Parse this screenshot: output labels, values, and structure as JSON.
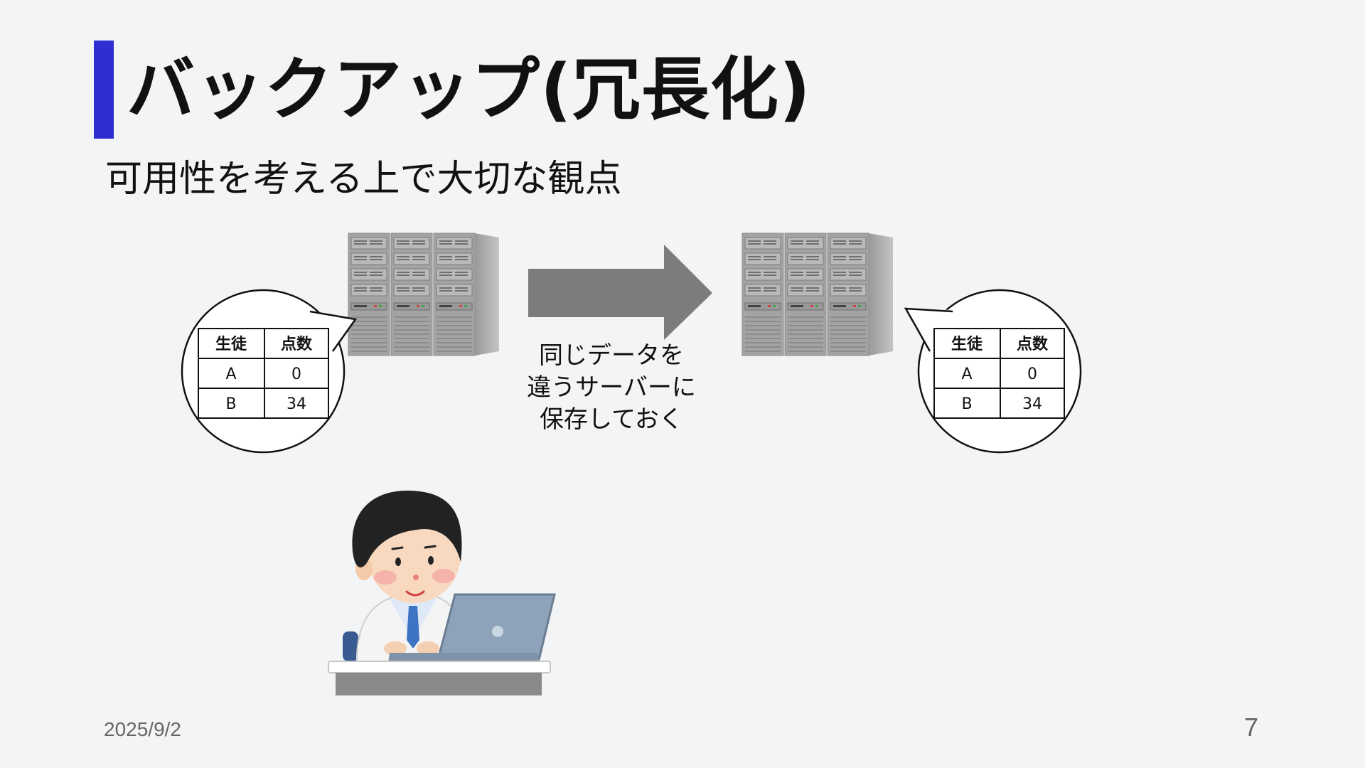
{
  "slide": {
    "title": "バックアップ(冗長化)",
    "subtitle": "可用性を考える上で大切な観点",
    "caption_lines": [
      "同じデータを",
      "違うサーバーに",
      "保存しておく"
    ],
    "date": "2025/9/2",
    "page_number": "7",
    "accent_color": "#2f2fd1"
  },
  "source_table": {
    "headers": [
      "生徒",
      "点数"
    ],
    "rows": [
      [
        "A",
        "0"
      ],
      [
        "B",
        "34"
      ]
    ]
  },
  "backup_table": {
    "headers": [
      "生徒",
      "点数"
    ],
    "rows": [
      [
        "A",
        "0"
      ],
      [
        "B",
        "34"
      ]
    ]
  },
  "icons": {
    "source_server": "server-rack-icon",
    "backup_server": "server-rack-icon",
    "arrow": "right-arrow-icon",
    "worker": "person-at-laptop-icon"
  }
}
